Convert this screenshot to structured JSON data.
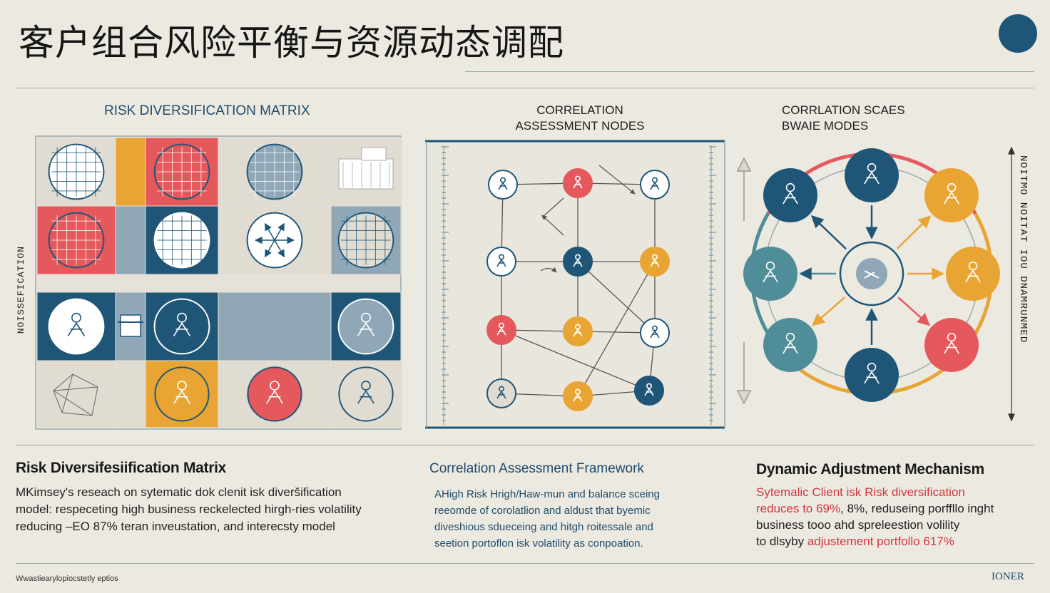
{
  "page": {
    "title": "客户组合风险平衡与资源动态调配"
  },
  "sections": {
    "matrix_header": "RISK DIVERSIFICATION MATRIX",
    "correlation_header": [
      "CORRELATION",
      "ASSESSMENT NODES"
    ],
    "scales_header": [
      "CORRLATION SCAES",
      "BWAIE MODES"
    ],
    "left_vertical_label": "NOISSEFICATION",
    "right_vertical_label": "NOITMO NOITAT IOU DNAMRUNMED"
  },
  "colors": {
    "navy": "#1F5678",
    "red": "#E5585C",
    "yellow": "#E8A534",
    "slate": "#8FA7B6",
    "cream": "#E0DCD2",
    "background": "#ECE9E1"
  },
  "matrix": {
    "rows": [
      [
        {
          "bg": "#E0DCD2",
          "icon": "grid-globe-icon",
          "fill": "#FFFFFF"
        },
        {
          "bg": "#E8A534",
          "icon": "",
          "fill": ""
        },
        {
          "bg": "#E5585C",
          "icon": "network-globe-icon",
          "fill": "#E5585C"
        },
        {
          "bg": "#E0DCD2",
          "icon": "brain-globe-icon",
          "fill": "#8FA7B6"
        },
        {
          "bg": "#E0DCD2",
          "icon": "building-icon",
          "fill": "#FFFFFF"
        }
      ],
      [
        {
          "bg": "#E5585C",
          "icon": "cracked-globe-icon",
          "fill": "#E5585C"
        },
        {
          "bg": "#8FA7B6",
          "icon": "",
          "fill": ""
        },
        {
          "bg": "#1F5678",
          "icon": "cell-globe-icon",
          "fill": "#FFFFFF"
        },
        {
          "bg": "#E0DCD2",
          "icon": "compass-icon",
          "fill": "#FFFFFF"
        },
        {
          "bg": "#8FA7B6",
          "icon": "world-map-icon",
          "fill": "#E0DCD2"
        }
      ],
      [
        {
          "bg": "#1F5678",
          "icon": "brain-icon",
          "fill": "#FFFFFF"
        },
        {
          "bg": "#8FA7B6",
          "icon": "scale-box-icon",
          "fill": "#FFFFFF"
        },
        {
          "bg": "#1F5678",
          "icon": "pattern-icon",
          "fill": "#1F5678"
        },
        {
          "bg": "#8FA7B6",
          "icon": "",
          "fill": ""
        },
        {
          "bg": "#1F5678",
          "icon": "coral-icon",
          "fill": "#8FA7B6"
        }
      ],
      [
        {
          "bg": "#E0DCD2",
          "icon": "wireframe-icon",
          "fill": ""
        },
        {
          "bg": "#E0DCD2",
          "icon": "",
          "fill": ""
        },
        {
          "bg": "#E8A534",
          "icon": "figure-icon",
          "fill": "#E8A534"
        },
        {
          "bg": "#E0DCD2",
          "icon": "person-icon",
          "fill": "#E5585C"
        },
        {
          "bg": "#E0DCD2",
          "icon": "group-icon",
          "fill": "#E0DCD2"
        }
      ]
    ]
  },
  "network": {
    "nodes": [
      {
        "color": "#FFFFFF",
        "icon": "people-icon"
      },
      {
        "color": "#E5585C",
        "icon": "person-icon"
      },
      {
        "color": "#FFFFFF",
        "icon": "walker-icon"
      },
      {
        "color": "#FFFFFF",
        "icon": "letters-icon"
      },
      {
        "color": "#1F5678",
        "icon": "figure-icon"
      },
      {
        "color": "#E8A534",
        "icon": "bars-icon"
      },
      {
        "color": "#E5585C",
        "icon": "scatter-icon"
      },
      {
        "color": "#E8A534",
        "icon": "dots-icon"
      },
      {
        "color": "#FFFFFF",
        "icon": "runner-icon"
      },
      {
        "color": "#E0DCD2",
        "icon": "window-icon"
      },
      {
        "color": "#E8A534",
        "icon": "stack-icon"
      },
      {
        "color": "#1F5678",
        "icon": "bird-icon"
      }
    ]
  },
  "cycle": {
    "center_icon": "needle-icon",
    "nodes": [
      {
        "color": "#1F5678",
        "icon": "hammer-icon"
      },
      {
        "color": "#E8A534",
        "icon": "face-icon"
      },
      {
        "color": "#E8A534",
        "icon": "ribbon-icon"
      },
      {
        "color": "#E5585C",
        "icon": "tools-icon"
      },
      {
        "color": "#1F5678",
        "icon": "tree-icon"
      },
      {
        "color": "#4F8E98",
        "icon": "pencil-icon"
      },
      {
        "color": "#4F8E98",
        "icon": "figure-icon"
      },
      {
        "color": "#1F5678",
        "icon": "family-icon"
      }
    ]
  },
  "bottom": {
    "col1": {
      "title": "Risk Diversifesiification Matrix",
      "lines": [
        "MKimsey's reseach on sytematic dok clenit isk diveršification",
        "model:  respeceting high business reckelected hirgh-ries volatility",
        "reducing –EO 87% teran inveustation, and interecsty model"
      ]
    },
    "col2": {
      "title": "Correlation  Assessment Framework",
      "lines": [
        "AHigh Risk Hrigh/Haw-mun and balance sceing",
        "reeomde of corolatlion and aldust that byemic",
        "diveshious sdueceing and hitgh roitessale and",
        "seetion portoflon isk volatility as conpoation."
      ]
    },
    "col3": {
      "title": "Dynamic Adjustment  Mechanism",
      "line1": "Sytemalic Client isk Risk diversification",
      "line2a": "reduces to 69%",
      "line2b": ",  8%, reduseing porffllo inght",
      "line3": "business tooo ahd spreleestion volility",
      "line4a": "to dlsyby ",
      "line4b": "adjustement portfollo 617%"
    }
  },
  "footer": {
    "left": "Wwastiearylopiocstetly eptios",
    "right": "IONER"
  }
}
